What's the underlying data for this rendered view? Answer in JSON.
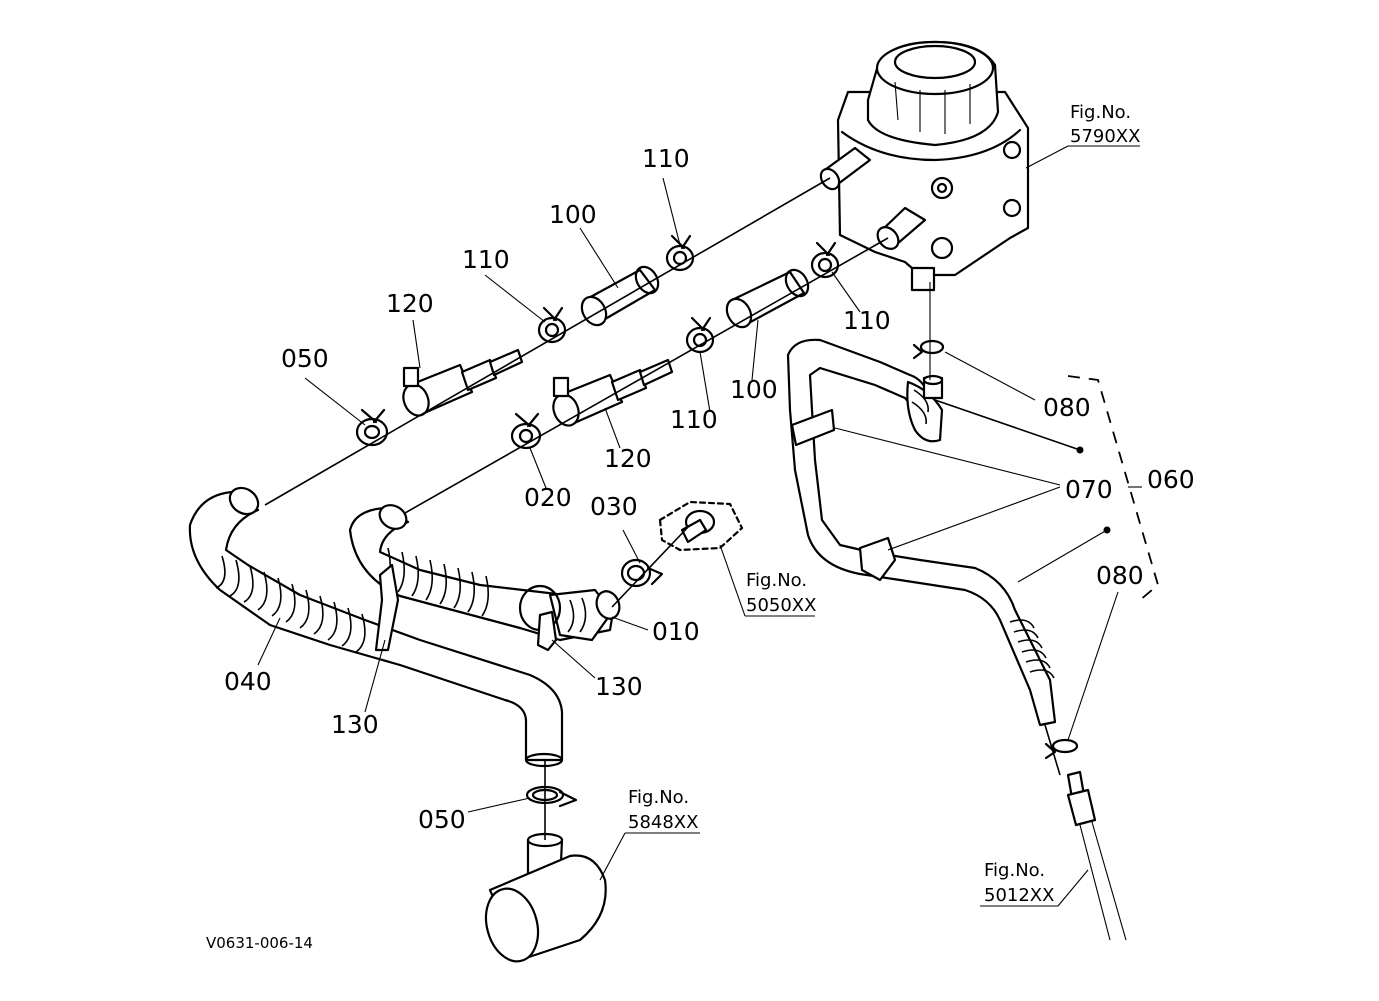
{
  "diagram_code": "V0631-006-14",
  "callouts": {
    "c010": "010",
    "c020": "020",
    "c030": "030",
    "c040": "040",
    "c050_top": "050",
    "c050_bottom": "050",
    "c060": "060",
    "c070": "070",
    "c080_top": "080",
    "c080_bottom": "080",
    "c100_upper": "100",
    "c100_lower": "100",
    "c110_a": "110",
    "c110_b": "110",
    "c110_c": "110",
    "c110_d": "110",
    "c120_upper": "120",
    "c120_lower": "120",
    "c130_left": "130",
    "c130_right": "130"
  },
  "figure_refs": {
    "r5790": {
      "prefix": "Fig.No.",
      "number": "5790XX"
    },
    "r5050": {
      "prefix": "Fig.No.",
      "number": "5050XX"
    },
    "r5848": {
      "prefix": "Fig.No.",
      "number": "5848XX"
    },
    "r5012": {
      "prefix": "Fig.No.",
      "number": "5012XX"
    }
  }
}
